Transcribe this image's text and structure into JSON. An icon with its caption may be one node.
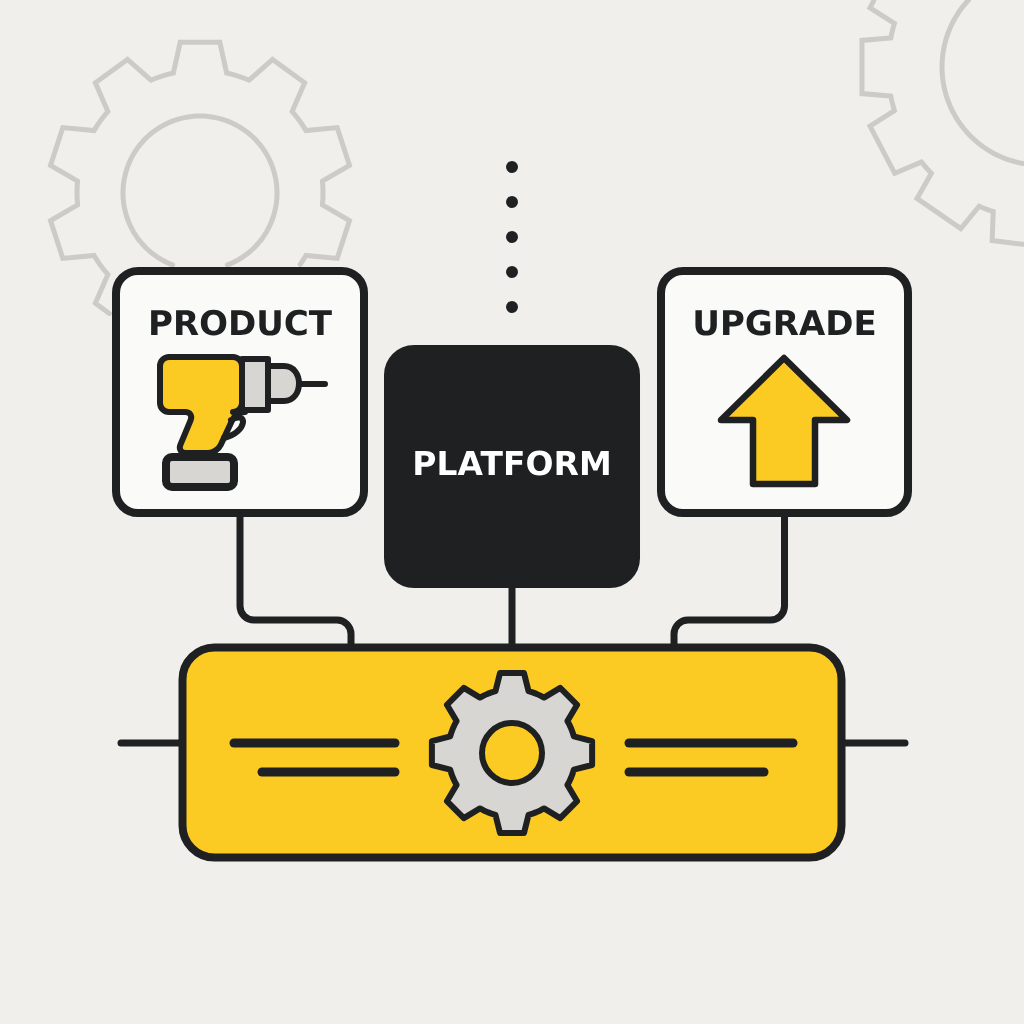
{
  "diagram": {
    "nodes": [
      {
        "text": [
          "PRODUCT"
        ]
      },
      {
        "text": [
          "PLATFORM"
        ]
      },
      {
        "text": [
          "UPGRADE"
        ]
      },
      {
        "text": [],
        "shape": "box"
      }
    ],
    "edges": [
      {
        "from": 0,
        "to": 3,
        "arrow": "none"
      },
      {
        "from": 1,
        "to": 3,
        "arrow": "none"
      },
      {
        "from": 2,
        "to": 3,
        "arrow": "none"
      },
      {
        "from": null,
        "to": 3,
        "arrow": "none"
      },
      {
        "from": 3,
        "to": null,
        "arrow": "none"
      },
      {
        "from": null,
        "to": 1,
        "arrow": "none",
        "style": "dashed"
      }
    ]
  }
}
